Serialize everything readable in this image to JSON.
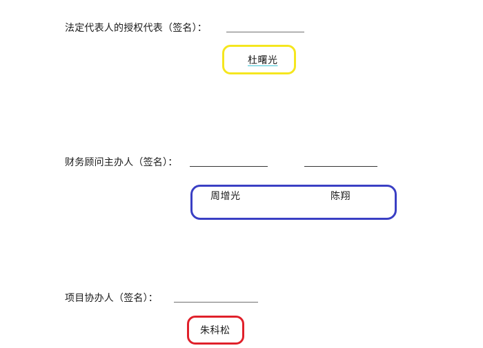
{
  "document": {
    "sections": [
      {
        "id": "legal-rep",
        "label": "法定代表人的授权代表（签名）：",
        "signatures": [
          "杜曙光"
        ],
        "highlight_color": "#f5e61e"
      },
      {
        "id": "financial-advisor",
        "label": "财务顾问主办人（签名）：",
        "signatures": [
          "周增光",
          "陈翔"
        ],
        "highlight_color": "#3a3fc4"
      },
      {
        "id": "project-assistant",
        "label": "项目协办人（签名）：",
        "signatures": [
          "朱科松"
        ],
        "highlight_color": "#e0202a"
      }
    ]
  }
}
